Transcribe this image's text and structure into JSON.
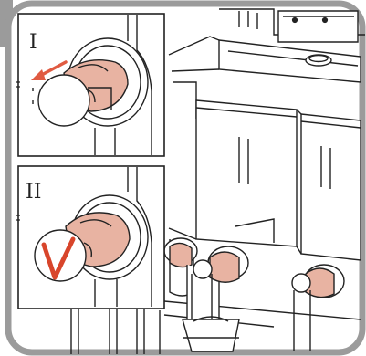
{
  "steps": [
    {
      "numeral": "I",
      "action": "pull-cap-left"
    },
    {
      "numeral": "II",
      "action": "cap-removed-confirmed"
    }
  ],
  "icons": {
    "step1_arrow": "arrow-left-icon",
    "step2_mark": "checkmark-icon",
    "tab": "page-tab-icon"
  },
  "colors": {
    "frame": "#9b9b9b",
    "cap_fill": "#e8b3a2",
    "arrow": "#e05b42",
    "check": "#d8452b",
    "line": "#222222"
  }
}
